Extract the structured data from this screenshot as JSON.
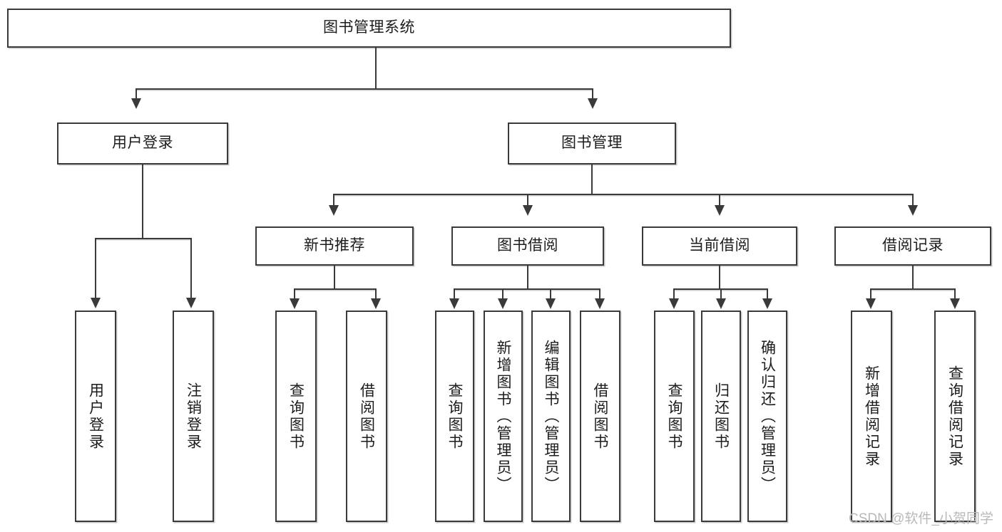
{
  "diagram": {
    "title": "图书管理系统",
    "type": "hierarchy-tree",
    "root": {
      "label": "图书管理系统"
    },
    "level2": [
      {
        "label": "用户登录"
      },
      {
        "label": "图书管理"
      }
    ],
    "level3": [
      {
        "label": "新书推荐"
      },
      {
        "label": "图书借阅"
      },
      {
        "label": "当前借阅"
      },
      {
        "label": "借阅记录"
      }
    ],
    "leaves": {
      "user_login": [
        {
          "label": "用户登录"
        },
        {
          "label": "注销登录"
        }
      ],
      "new_book_recommend": [
        {
          "label": "查询图书"
        },
        {
          "label": "借阅图书"
        }
      ],
      "book_borrow": [
        {
          "label": "查询图书"
        },
        {
          "label": "新增图书（管理员）"
        },
        {
          "label": "编辑图书（管理员）"
        },
        {
          "label": "借阅图书"
        }
      ],
      "current_borrow": [
        {
          "label": "查询图书"
        },
        {
          "label": "归还图书"
        },
        {
          "label": "确认归还（管理员）"
        }
      ],
      "borrow_record": [
        {
          "label": "新增借阅记录"
        },
        {
          "label": "查询借阅记录"
        }
      ]
    }
  },
  "watermark": {
    "text": "CSDN @软件_小贺同学"
  },
  "colors": {
    "border": "#3a3a3a",
    "background": "#ffffff",
    "text": "#1c1c1c",
    "watermark": "#b9b9b9"
  }
}
